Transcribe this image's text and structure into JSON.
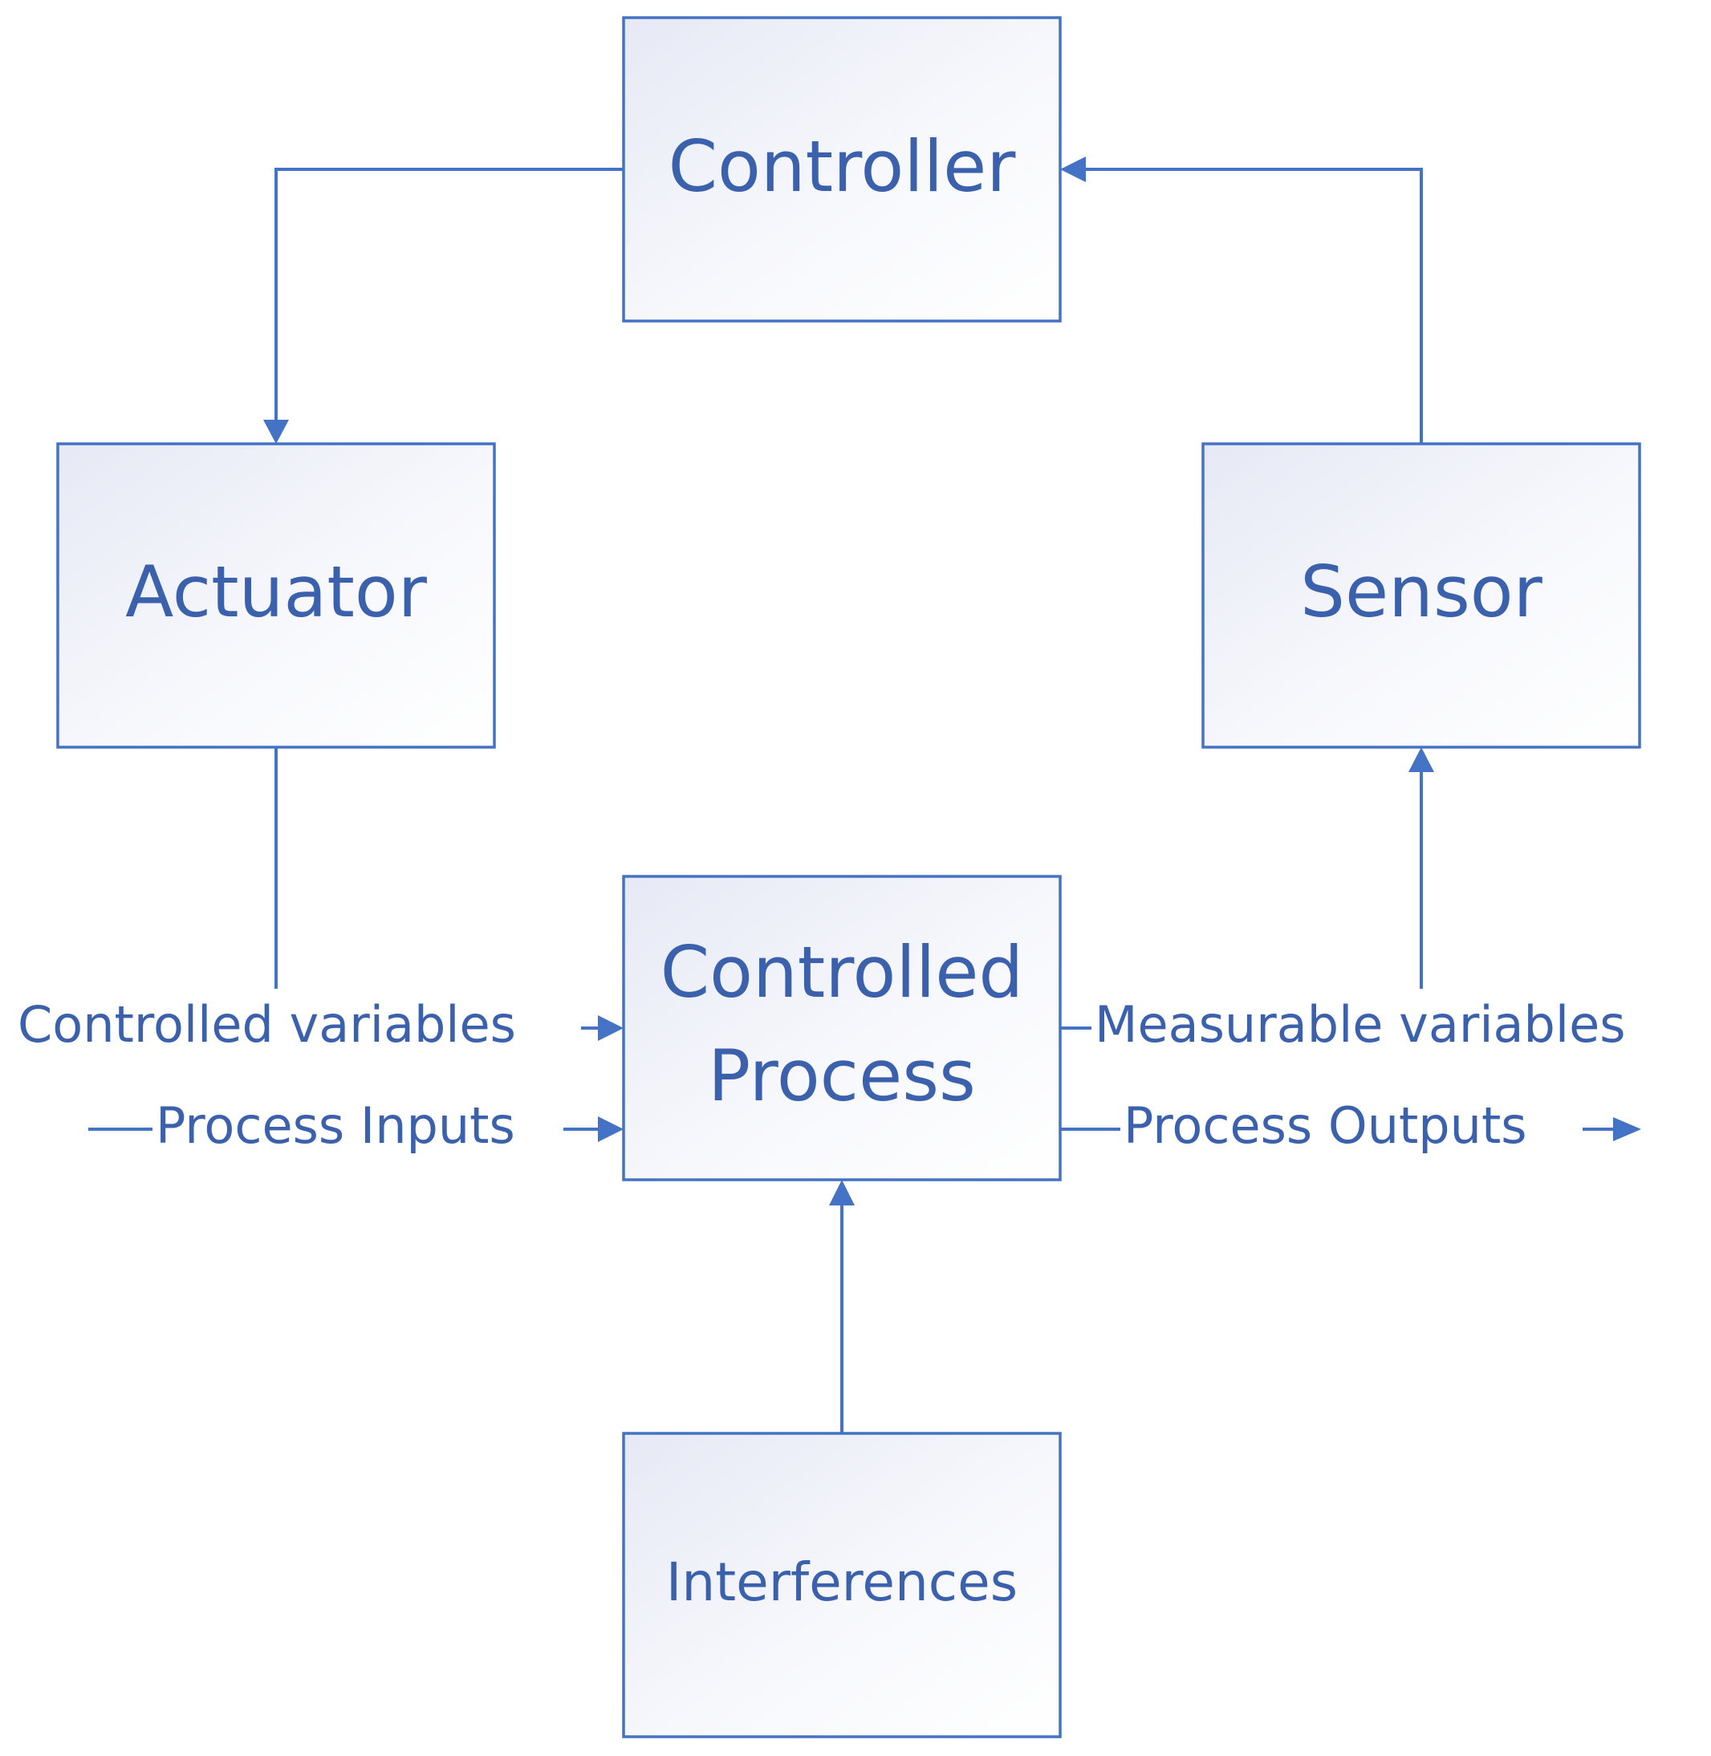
{
  "diagram": {
    "blocks": {
      "controller": "Controller",
      "actuator": "Actuator",
      "sensor": "Sensor",
      "process_line1": "Controlled",
      "process_line2": "Process",
      "interferences": "Interferences"
    },
    "flows": {
      "controlled_variables": "Controlled variables",
      "process_inputs": "Process Inputs",
      "measurable_variables": "Measurable variables",
      "process_outputs": "Process Outputs"
    }
  }
}
